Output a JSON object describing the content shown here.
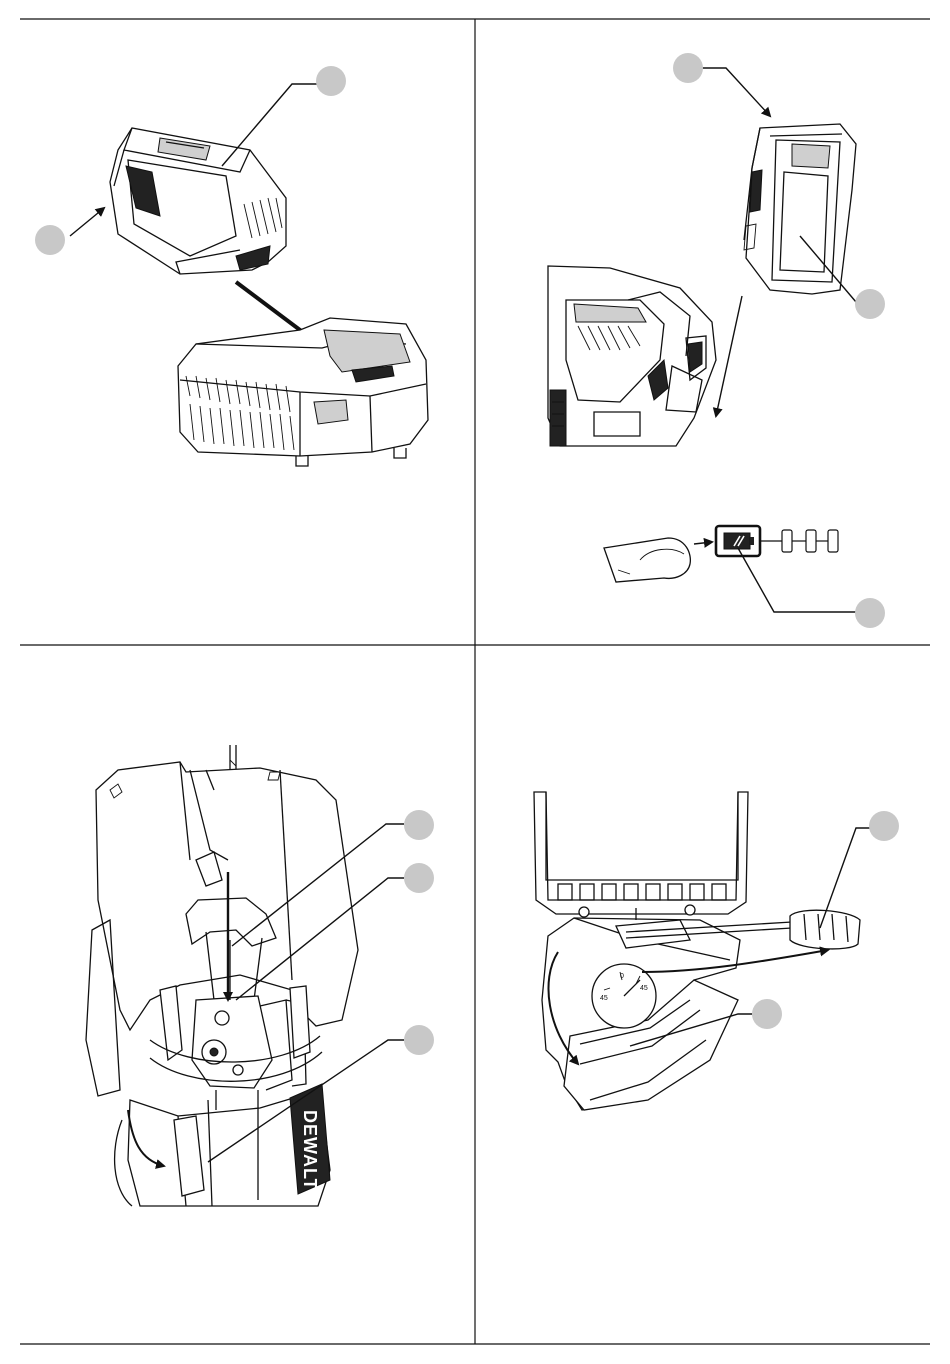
{
  "page": {
    "panels": [
      {
        "id": "battery-charger",
        "callouts": 2
      },
      {
        "id": "battery-tool-insert",
        "callouts": 2
      },
      {
        "id": "fuel-gauge",
        "callouts": 1
      },
      {
        "id": "blade-clamp",
        "callouts": 3
      },
      {
        "id": "bevel-adjust",
        "callouts": 2
      }
    ]
  },
  "figure_text": {
    "brand_mark": "DEWALT",
    "dial_mark_left": "45",
    "dial_mark_center": "0",
    "dial_mark_right": "45"
  },
  "colors": {
    "line": "#111111",
    "callout_fill": "#c8c8c8",
    "background": "#ffffff"
  }
}
